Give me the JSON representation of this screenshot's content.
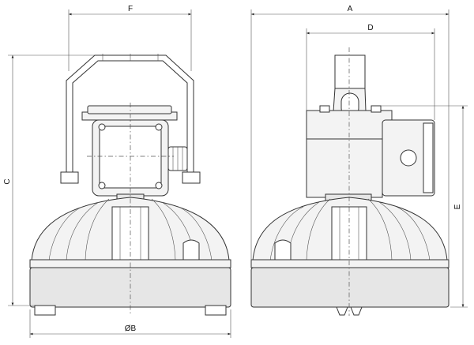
{
  "dimensions": {
    "F": "F",
    "A": "A",
    "D": "D",
    "C": "C",
    "E": "E",
    "B": "ØB"
  }
}
